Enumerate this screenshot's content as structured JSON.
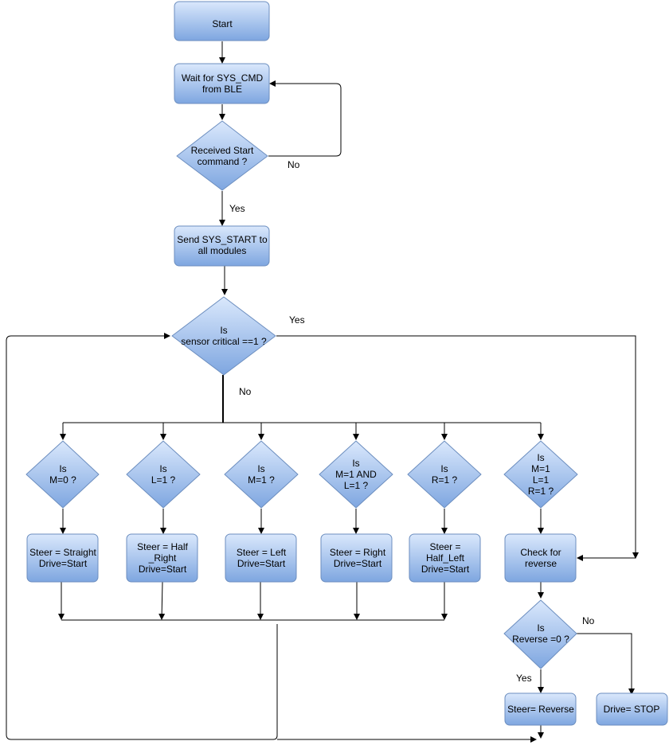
{
  "colors": {
    "node_fill_top": "#dae8fc",
    "node_fill_bottom": "#7ea6e0",
    "node_stroke": "#6c8ebf",
    "line": "#000000"
  },
  "nodes": {
    "start": {
      "lines": [
        "Start"
      ]
    },
    "wait": {
      "lines": [
        "Wait for SYS_CMD",
        "from BLE"
      ]
    },
    "received": {
      "lines": [
        "Received Start",
        "command ?"
      ]
    },
    "send": {
      "lines": [
        "Send SYS_START to",
        "all modules"
      ]
    },
    "sensor": {
      "lines": [
        "Is",
        "sensor critical ==1 ?"
      ]
    },
    "is_m0": {
      "lines": [
        "Is",
        "M=0 ?"
      ]
    },
    "is_l1": {
      "lines": [
        "Is",
        "L=1 ?"
      ]
    },
    "is_m1": {
      "lines": [
        "Is",
        "M=1 ?"
      ]
    },
    "is_m1l1": {
      "lines": [
        "Is",
        "M=1 AND",
        "L=1 ?"
      ]
    },
    "is_r1": {
      "lines": [
        "Is",
        "R=1 ?"
      ]
    },
    "is_mlr": {
      "lines": [
        "Is",
        "M=1",
        "L=1",
        "R=1 ?"
      ]
    },
    "steer_straight": {
      "lines": [
        "Steer = Straight",
        "Drive=Start"
      ]
    },
    "steer_half_right": {
      "lines": [
        "Steer = Half",
        "_Right",
        "Drive=Start"
      ]
    },
    "steer_left": {
      "lines": [
        "Steer = Left",
        "Drive=Start"
      ]
    },
    "steer_right": {
      "lines": [
        "Steer = Right",
        "Drive=Start"
      ]
    },
    "steer_half_left": {
      "lines": [
        "Steer =",
        "Half_Left",
        "Drive=Start"
      ]
    },
    "check_reverse": {
      "lines": [
        "Check for",
        "reverse"
      ]
    },
    "is_reverse": {
      "lines": [
        "Is",
        "Reverse =0 ?"
      ]
    },
    "steer_reverse": {
      "lines": [
        "Steer= Reverse"
      ]
    },
    "drive_stop": {
      "lines": [
        "Drive= STOP"
      ]
    }
  },
  "edge_labels": {
    "received_no": "No",
    "received_yes": "Yes",
    "sensor_yes": "Yes",
    "sensor_no": "No",
    "reverse_no": "No",
    "reverse_yes": "Yes"
  }
}
